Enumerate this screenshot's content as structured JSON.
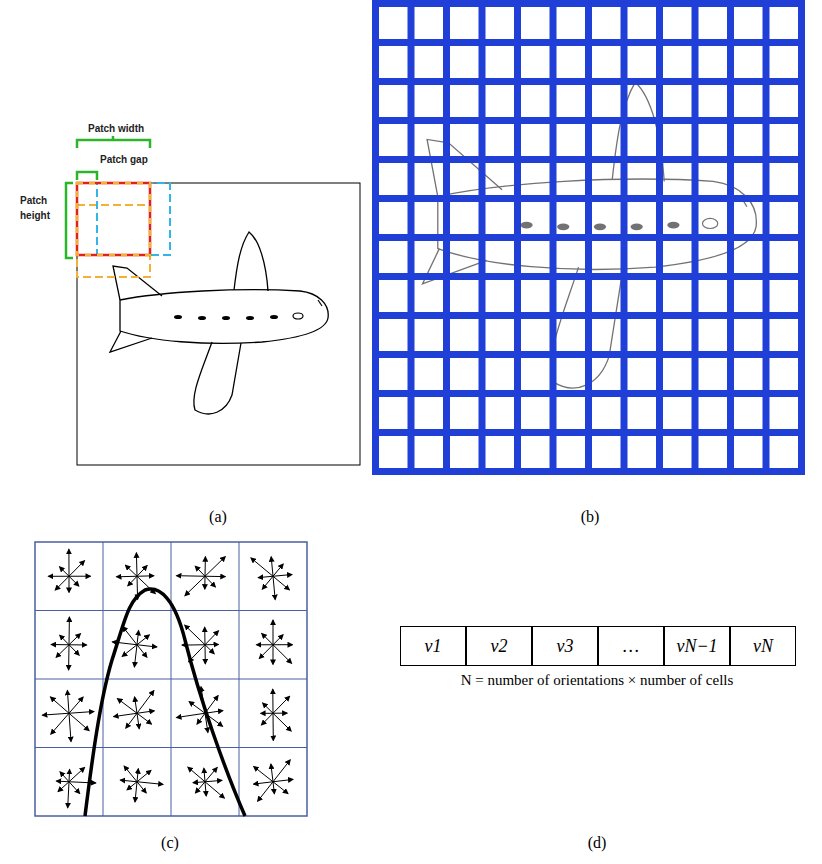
{
  "diagram": {
    "nodes": [
      {
        "text": [
          "v1"
        ]
      },
      {
        "text": [
          "v2"
        ]
      },
      {
        "text": [
          "v3"
        ]
      },
      {
        "text": [
          "…"
        ]
      },
      {
        "text": [
          "vN−1"
        ]
      },
      {
        "text": [
          "vN"
        ]
      }
    ],
    "labels": [
      "Patch width",
      "Patch gap",
      "Patch height",
      "(a)",
      "(b)",
      "(c)",
      "N = number of orientations × number of cells",
      "(d)"
    ]
  }
}
